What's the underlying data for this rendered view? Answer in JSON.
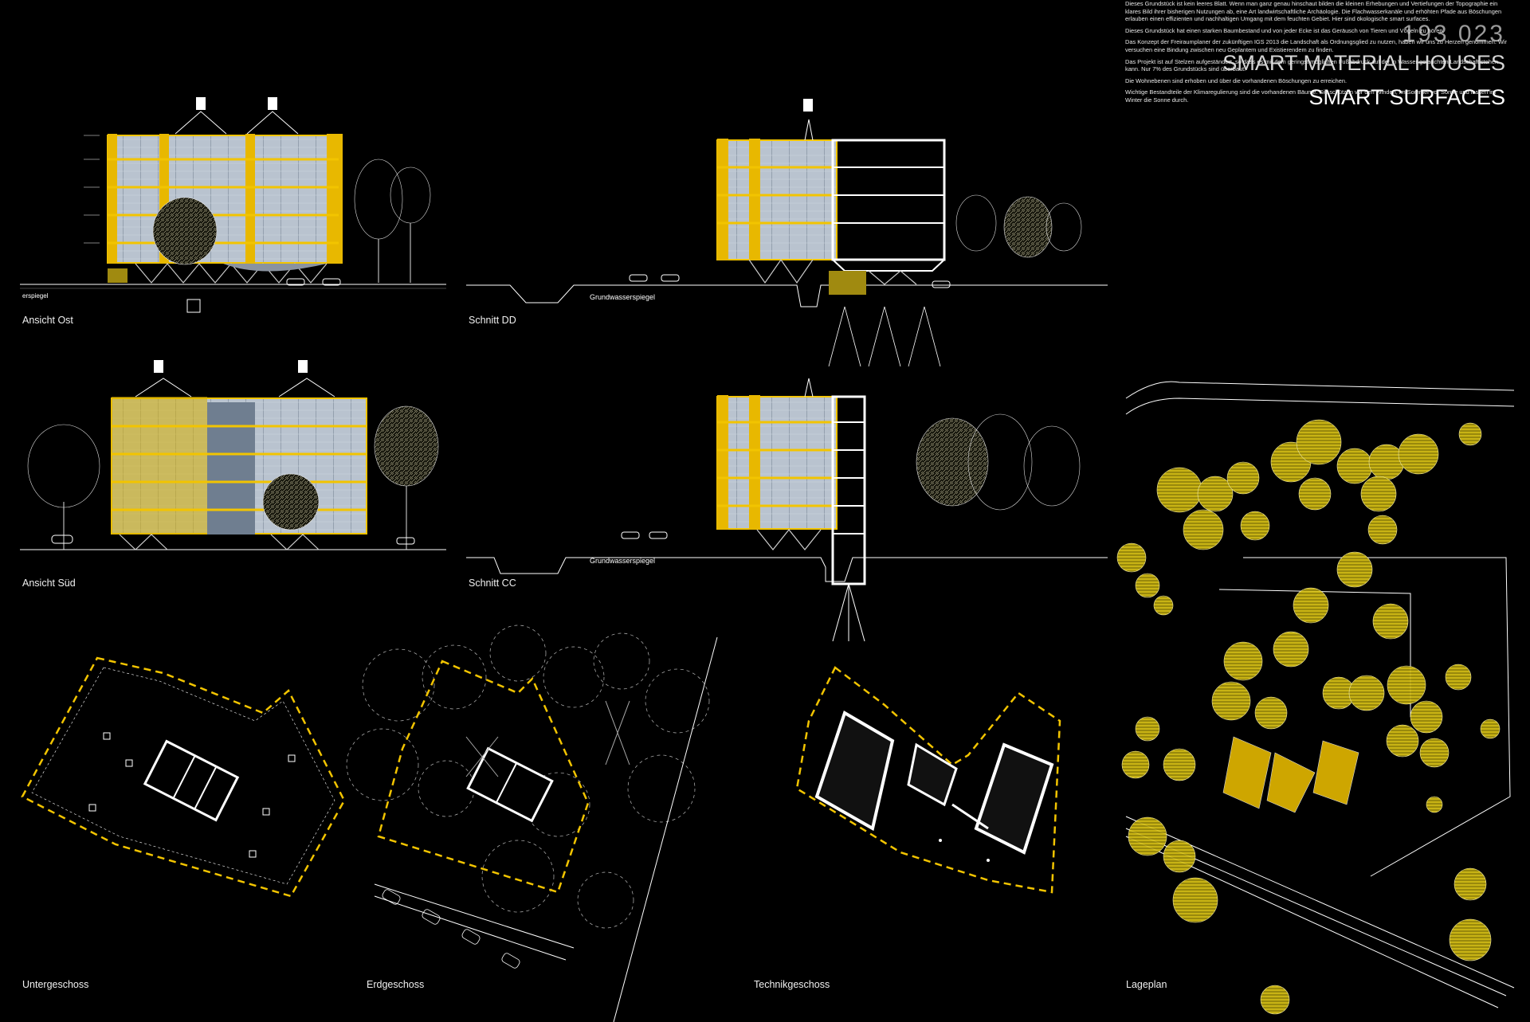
{
  "header": {
    "project_number": "193 023",
    "title": "SMART MATERIAL HOUSES",
    "subtitle": "SMART SURFACES"
  },
  "drawings": {
    "east_elevation": "Ansicht Ost",
    "section_dd": "Schnitt DD",
    "south_elevation": "Ansicht Süd",
    "section_cc": "Schnitt CC",
    "basement": "Untergeschoss",
    "ground_floor": "Erdgeschoss",
    "technical_floor": "Technikgeschoss",
    "site_plan": "Lageplan"
  },
  "annotations": {
    "groundwater": "Grundwasserspiegel",
    "groundwater_cut": "erspiegel"
  },
  "description": [
    "Dieses Grundstück ist kein leeres Blatt. Wenn man ganz genau hinschaut bilden die kleinen Erhebungen und Vertiefungen der Topographie ein klares Bild ihrer bisherigen Nutzungen ab, eine Art landwirtschaftliche Archäologie. Die Flachwasserkanäle und erhöhten Pfade aus Böschungen erlauben einen effizienten und nachhaltigen Umgang mit dem feuchten Gebiet. Hier sind ökologische smart surfaces.",
    "Dieses Grundstück hat einen starken Baumbestand und von jeder Ecke ist das Geräusch von Tieren und Vögeln zu hören.",
    "Das Konzept der Freiraumplaner der zukünftigen IGS 2013 die Landschaft als Ordnungsglied zu nutzen, haben wir uns zu Herzen genommen. Wir versuchen eine Bindung zwischen neu Geplantem und Existierendem zu finden.",
    "Das Projekt ist auf Stelzen aufgeständert, so dass es mit dem geringst möglichen Fußabdruck auf der in Wasser getauchten Landschaft stehen kann. Nur 7% des Grundstücks sind überbaut.",
    "Die Wohnebenen sind erhoben und über die vorhandenen Böschungen zu erreichen.",
    "Wichtige Bestandteile der Klimaregulierung sind die vorhandenen Bäume. Sie schützen vor den Winden, im Sommer vor Sonne und lassen im Winter die Sonne durch."
  ],
  "colors": {
    "background": "#000000",
    "accent": "#f2c400",
    "line": "#ffffff"
  }
}
